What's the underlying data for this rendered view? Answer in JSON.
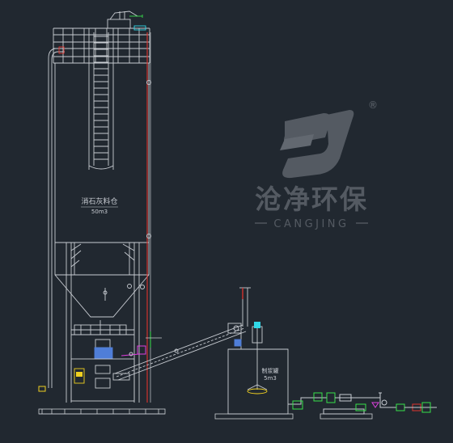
{
  "drawing": {
    "silo_label": "消石灰料仓",
    "silo_capacity": "50m3",
    "tank_label": "制浆罐",
    "tank_capacity": "5m3"
  },
  "watermark": {
    "brand_cn": "沧净环保",
    "brand_en": "CANGJING",
    "registered_mark": "®"
  },
  "colors": {
    "background": "#212830",
    "line_primary": "#c8ccd2",
    "line_red": "#e0332e",
    "line_green": "#38e04a",
    "line_magenta": "#e040e0",
    "line_yellow": "#f0d020",
    "line_blue": "#4f7ed8",
    "line_cyan": "#30d8e8",
    "watermark": "#5a6068"
  }
}
